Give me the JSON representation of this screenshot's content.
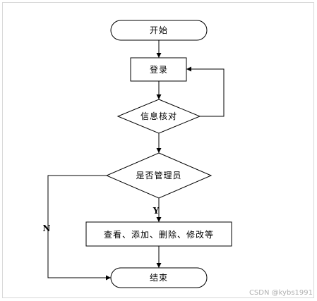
{
  "flowchart": {
    "nodes": {
      "start": "开始",
      "login": "登录",
      "verify": "信息核对",
      "is_admin": "是否管理员",
      "actions": "查看、添加、删除、修改等",
      "end": "结束"
    },
    "edges": {
      "yes": "Y",
      "no": "N"
    }
  },
  "watermark": "CSDN @kybs1991"
}
